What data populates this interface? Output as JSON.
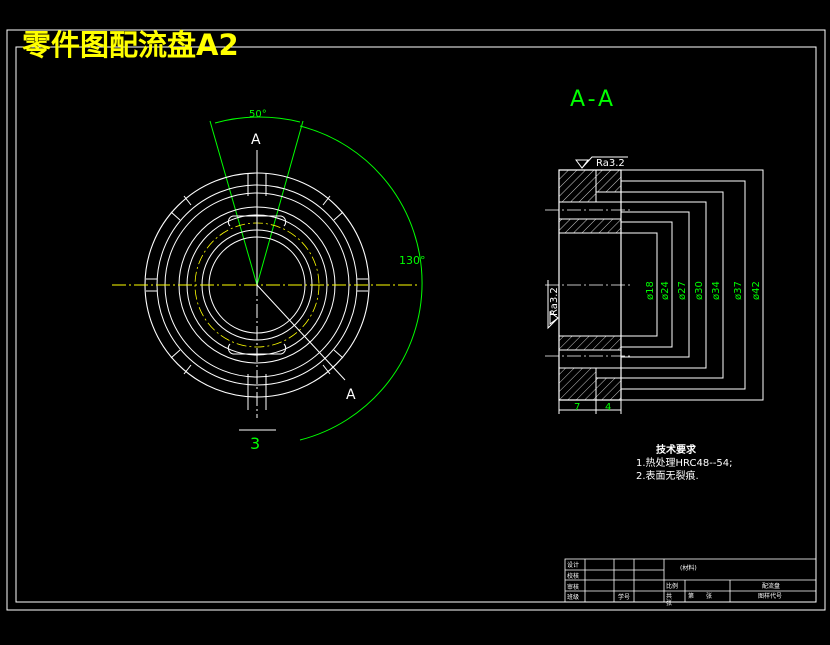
{
  "title": "零件图配流盘A2",
  "section_label": "A-A",
  "front_view": {
    "angle_top": "50°",
    "angle_right": "130°",
    "cut_label_top": "A",
    "cut_label_bottom": "A",
    "slot_number": "3"
  },
  "section_view": {
    "roughness_top": "Ra3.2",
    "roughness_left": "Ra3.2",
    "diameters": [
      "ø18",
      "ø24",
      "ø27",
      "ø30",
      "ø34",
      "ø37",
      "ø42"
    ],
    "width_left": "7",
    "width_right": "4"
  },
  "technical_requirements": {
    "heading": "技术要求",
    "items": [
      "1.热处理HRC48--54;",
      "2.表面无裂痕."
    ]
  },
  "title_block": {
    "role_1": "设计",
    "role_2": "校核",
    "role_3": "审核",
    "role_4": "班级",
    "student_id": "学号",
    "material": "(材料)",
    "scale": "比例",
    "part_name": "配流盘",
    "sheet_total": "共",
    "sheet_no": "张",
    "sheet_of": "第",
    "sheet_unit": "张",
    "drawing_code": "图样代号"
  },
  "colors": {
    "background": "#000000",
    "outline": "#ffffff",
    "title": "#ffff00",
    "centerline": "#ffff00",
    "dimension": "#00ff00",
    "section_label": "#00ff00"
  }
}
